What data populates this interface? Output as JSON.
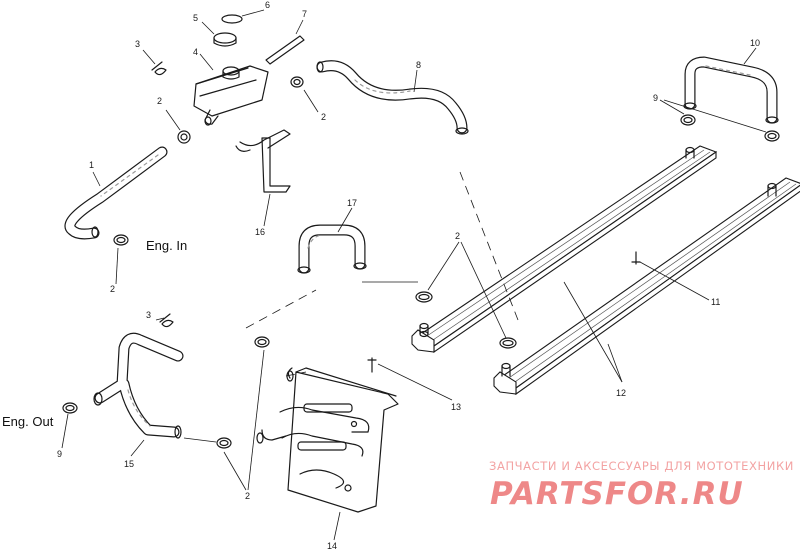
{
  "callouts": [
    "1",
    "2",
    "2",
    "2",
    "2",
    "2",
    "3",
    "3",
    "4",
    "5",
    "6",
    "7",
    "8",
    "9",
    "9",
    "10",
    "11",
    "12",
    "13",
    "14",
    "15",
    "16",
    "17"
  ],
  "labels": {
    "engine_in": "Eng. In",
    "engine_out": "Eng. Out"
  },
  "watermark": {
    "tagline": "ЗАПЧАСТИ И АКСЕССУАРЫ ДЛЯ МОТОТЕХНИКИ",
    "logo": "PARTSFOR.RU",
    "color": "#ee8888"
  }
}
